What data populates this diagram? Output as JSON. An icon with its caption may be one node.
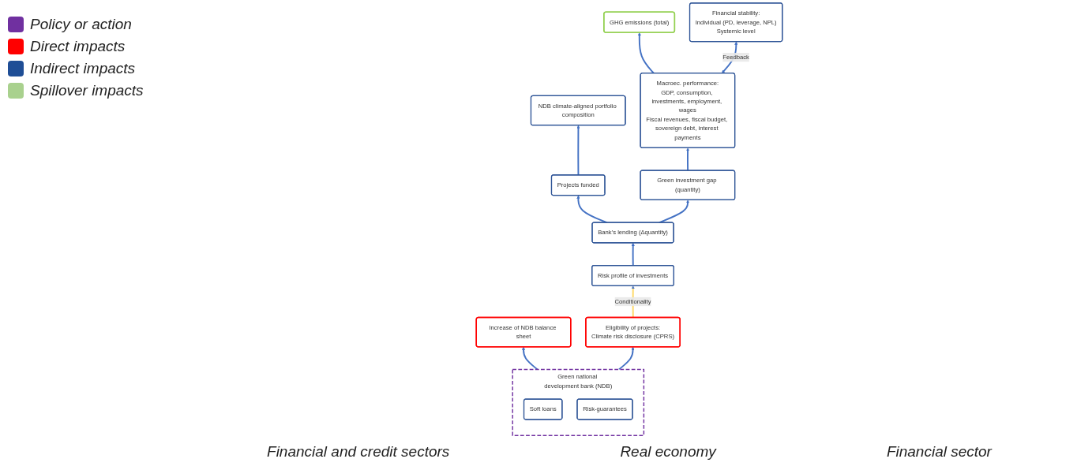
{
  "diagram": {
    "nodes": [
      {
        "text": [
          "Increase of NDB balance sheet"
        ]
      },
      {
        "text": [
          "Green national development bank (NDB)"
        ]
      },
      {
        "text": [
          "Soft loans"
        ],
        "in": 1
      },
      {
        "text": [
          "Risk-guarantees"
        ],
        "in": 1
      },
      {
        "text": [
          "Eligibility of projects:",
          "Climate risk disclosure (CPRS)"
        ]
      },
      {
        "text": [
          "Risk profile of investments"
        ]
      },
      {
        "text": [
          "Bank’s lending (Δquantity)"
        ]
      },
      {
        "text": [
          "Projects funded"
        ]
      },
      {
        "text": [
          "NDB climate-aligned portfolio composition"
        ]
      },
      {
        "text": [
          "Green investment gap (quantity)"
        ]
      },
      {
        "text": [
          "Macroec. performance:",
          "GDP, consumption, investments, employment, wages",
          "Fiscal revenues, fiscal budget, sovereign debt, interest payments"
        ]
      },
      {
        "text": [
          "GHG emissions (total)"
        ]
      },
      {
        "text": [
          "Financial stability:",
          "Individual (PD, leverage, NPL)",
          "Systemic level"
        ]
      }
    ],
    "edges": [
      {
        "from": 1,
        "to": 0,
        "arrow": "to"
      },
      {
        "from": 1,
        "to": 4,
        "arrow": "to"
      },
      {
        "from": 4,
        "to": 5,
        "arrow": "to",
        "label": "Conditionality",
        "color": "#ffd966"
      },
      {
        "from": 5,
        "to": 6,
        "arrow": "to"
      },
      {
        "from": 6,
        "to": 7,
        "arrow": "to"
      },
      {
        "from": 7,
        "to": 8,
        "arrow": "to"
      },
      {
        "from": 6,
        "to": 9,
        "arrow": "to"
      },
      {
        "from": 9,
        "to": 10,
        "arrow": "to"
      },
      {
        "from": 10,
        "to": 11,
        "arrow": "to"
      },
      {
        "from": 10,
        "to": 12,
        "arrow": "both",
        "label": "Feedback"
      }
    ],
    "labels": [
      "Financial and credit sectors",
      "Real economy",
      "Financial sector"
    ],
    "legend": [
      {
        "text": "Policy or action",
        "color": "#7030a0"
      },
      {
        "text": "Direct impacts",
        "color": "#ff0000"
      },
      {
        "text": "Indirect impacts",
        "color": "#1f4e96"
      },
      {
        "text": "Spillover impacts",
        "color": "#a9d18e"
      }
    ]
  }
}
